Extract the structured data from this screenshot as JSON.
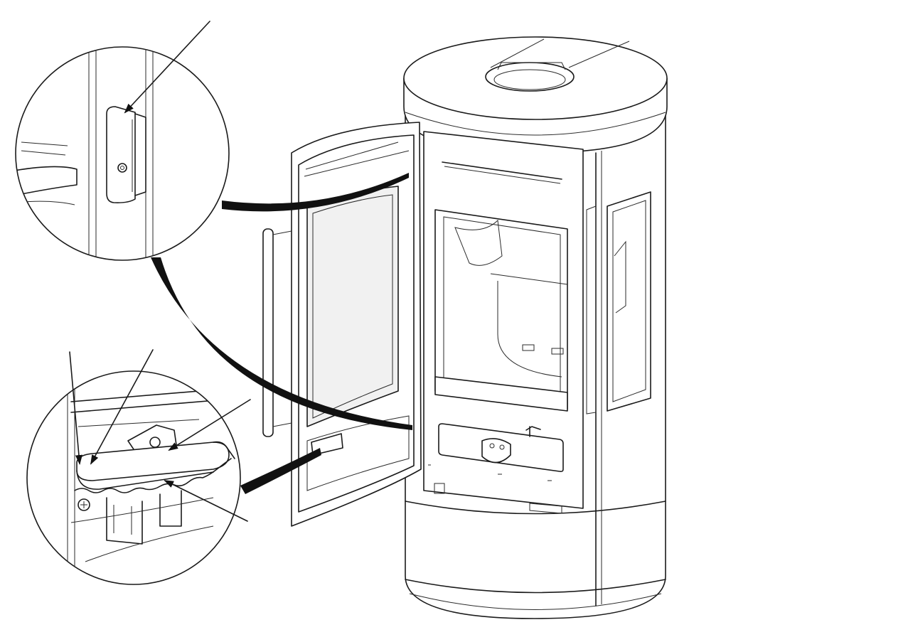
{
  "figure": {
    "kind": "technical-line-drawing",
    "subject": "stove",
    "detail_callouts": [
      {
        "id": "upper-hinge-detail",
        "leader_arrows": 1
      },
      {
        "id": "lower-hinge-spring-detail",
        "leader_arrows": 4
      }
    ],
    "colors": {
      "line": "#1a1a1a",
      "background": "#ffffff",
      "connector": "#000000"
    }
  }
}
